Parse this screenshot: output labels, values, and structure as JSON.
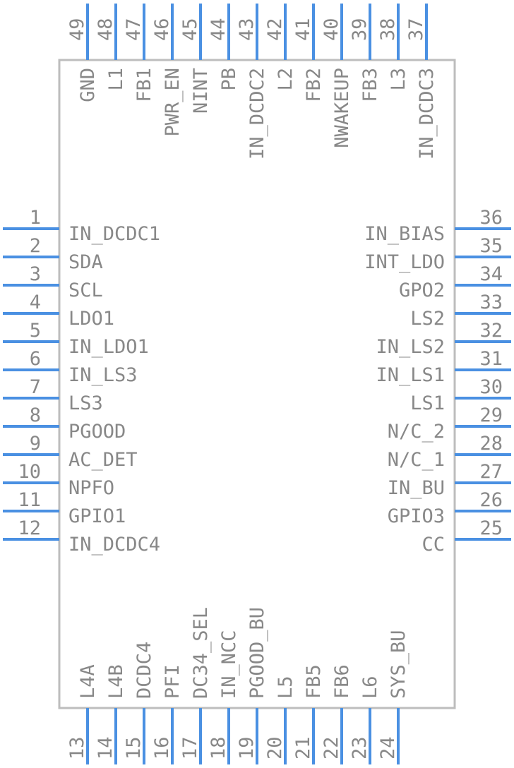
{
  "diagram": {
    "colors": {
      "pin": "#4a90e2",
      "outline": "#bdbdbd",
      "text": "#888888"
    },
    "pins_left": [
      {
        "num": "1",
        "label": "IN_DCDC1"
      },
      {
        "num": "2",
        "label": "SDA"
      },
      {
        "num": "3",
        "label": "SCL"
      },
      {
        "num": "4",
        "label": "LDO1"
      },
      {
        "num": "5",
        "label": "IN_LDO1"
      },
      {
        "num": "6",
        "label": "IN_LS3"
      },
      {
        "num": "7",
        "label": "LS3"
      },
      {
        "num": "8",
        "label": "PGOOD"
      },
      {
        "num": "9",
        "label": "AC_DET"
      },
      {
        "num": "10",
        "label": "NPFO"
      },
      {
        "num": "11",
        "label": "GPIO1"
      },
      {
        "num": "12",
        "label": "IN_DCDC4"
      }
    ],
    "pins_right": [
      {
        "num": "36",
        "label": "IN_BIAS"
      },
      {
        "num": "35",
        "label": "INT_LDO"
      },
      {
        "num": "34",
        "label": "GPO2"
      },
      {
        "num": "33",
        "label": "LS2"
      },
      {
        "num": "32",
        "label": "IN_LS2"
      },
      {
        "num": "31",
        "label": "IN_LS1"
      },
      {
        "num": "30",
        "label": "LS1"
      },
      {
        "num": "29",
        "label": "N/C_2"
      },
      {
        "num": "28",
        "label": "N/C_1"
      },
      {
        "num": "27",
        "label": "IN_BU"
      },
      {
        "num": "26",
        "label": "GPIO3"
      },
      {
        "num": "25",
        "label": "CC"
      }
    ],
    "pins_top": [
      {
        "num": "49",
        "label": "GND"
      },
      {
        "num": "48",
        "label": "L1"
      },
      {
        "num": "47",
        "label": "FB1"
      },
      {
        "num": "46",
        "label": "PWR_EN"
      },
      {
        "num": "45",
        "label": "NINT"
      },
      {
        "num": "44",
        "label": "PB"
      },
      {
        "num": "43",
        "label": "IN_DCDC2"
      },
      {
        "num": "42",
        "label": "L2"
      },
      {
        "num": "41",
        "label": "FB2"
      },
      {
        "num": "40",
        "label": "NWAKEUP"
      },
      {
        "num": "39",
        "label": "FB3"
      },
      {
        "num": "38",
        "label": "L3"
      },
      {
        "num": "37",
        "label": "IN_DCDC3"
      }
    ],
    "pins_bottom": [
      {
        "num": "13",
        "label": "L4A"
      },
      {
        "num": "14",
        "label": "L4B"
      },
      {
        "num": "15",
        "label": "DCDC4"
      },
      {
        "num": "16",
        "label": "PFI"
      },
      {
        "num": "17",
        "label": "DC34_SEL"
      },
      {
        "num": "18",
        "label": "IN_NCC"
      },
      {
        "num": "19",
        "label": "PGOOD_BU"
      },
      {
        "num": "20",
        "label": "L5"
      },
      {
        "num": "21",
        "label": "FB5"
      },
      {
        "num": "22",
        "label": "FB6"
      },
      {
        "num": "23",
        "label": "L6"
      },
      {
        "num": "24",
        "label": "SYS_BU"
      }
    ]
  }
}
